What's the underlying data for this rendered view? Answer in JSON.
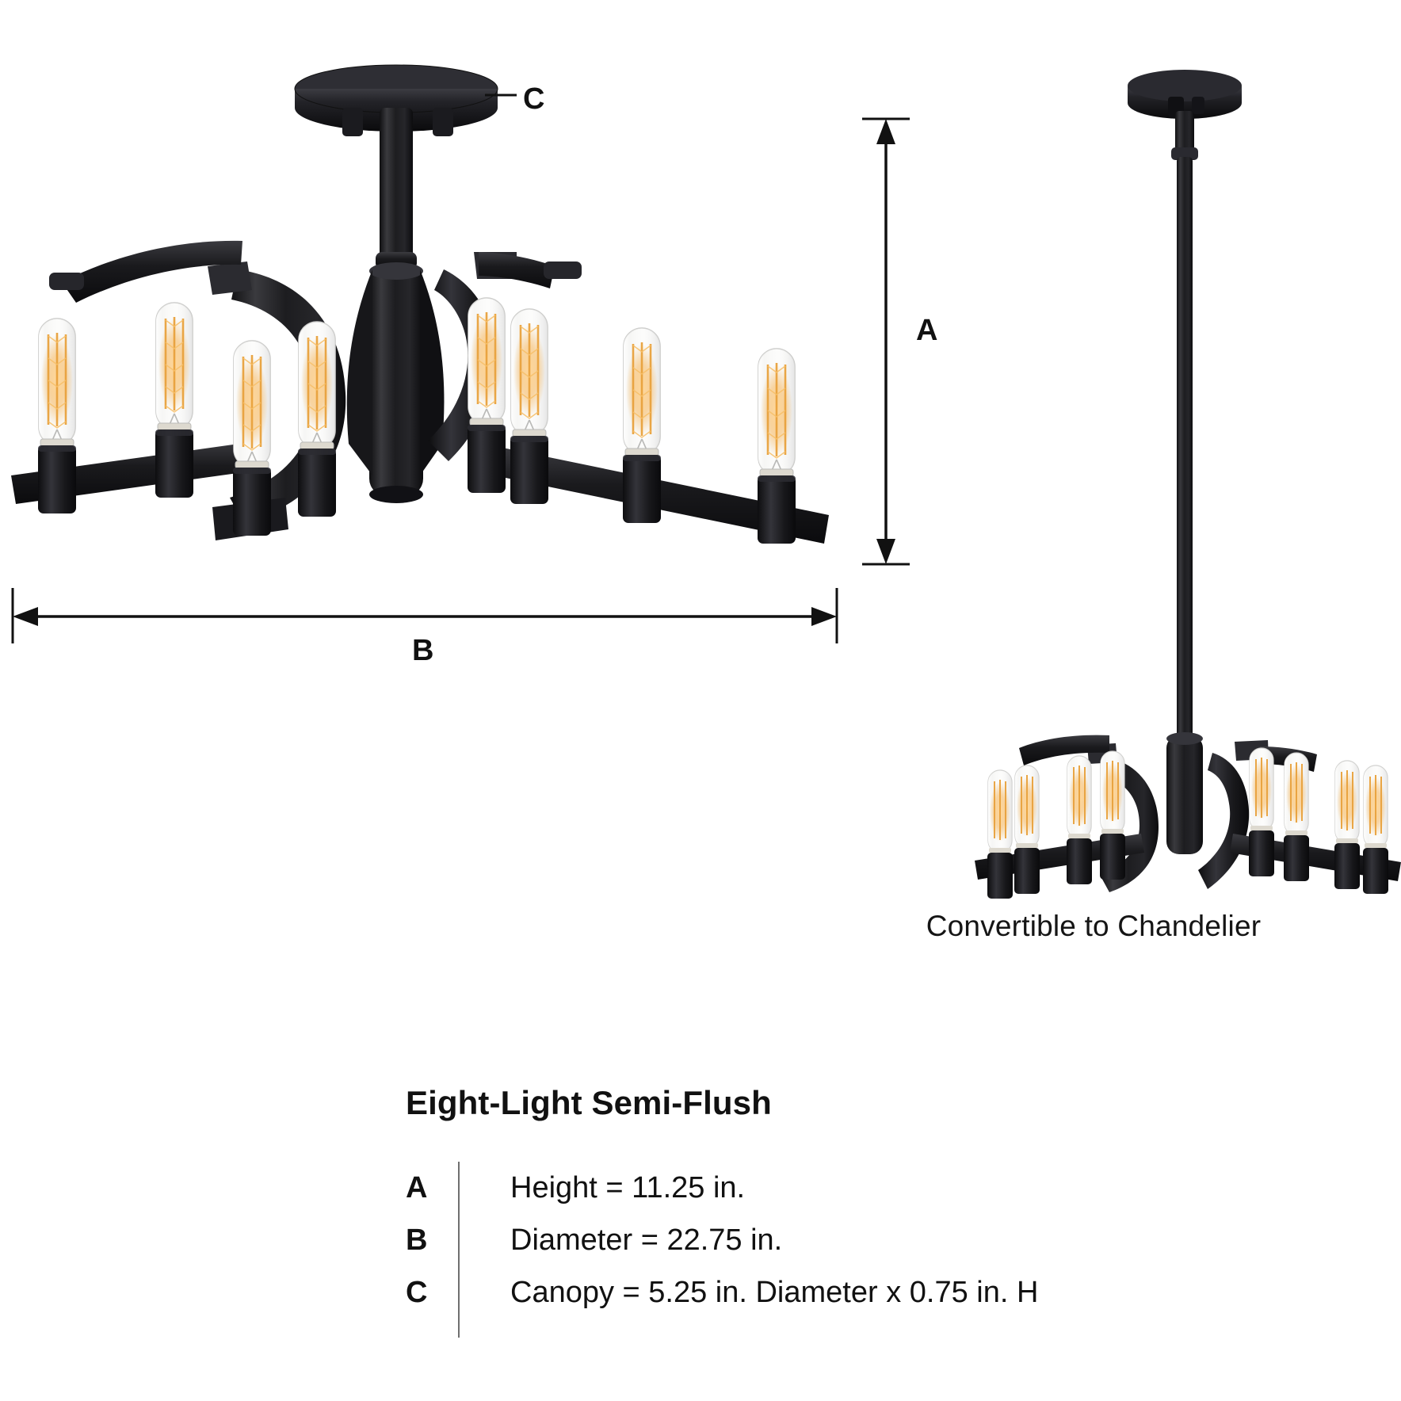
{
  "product": {
    "title": "Eight-Light Semi-Flush",
    "finish_color": "#1b1b1d",
    "bulb_glow_color": "#f5b14a"
  },
  "diagram": {
    "dimension_markers": [
      {
        "letter": "A",
        "meaning": "height",
        "orientation": "vertical"
      },
      {
        "letter": "B",
        "meaning": "diameter",
        "orientation": "horizontal"
      },
      {
        "letter": "C",
        "meaning": "canopy",
        "orientation": "leader"
      }
    ],
    "label_a": "A",
    "label_b": "B",
    "label_c": "C"
  },
  "chandelier": {
    "caption": "Convertible to Chandelier"
  },
  "specs": {
    "title": "Eight-Light Semi-Flush",
    "rows": [
      {
        "key": "A",
        "value": "Height = 11.25 in."
      },
      {
        "key": "B",
        "value": "Diameter = 22.75 in."
      },
      {
        "key": "C",
        "value": "Canopy = 5.25 in. Diameter x 0.75 in. H"
      }
    ]
  }
}
